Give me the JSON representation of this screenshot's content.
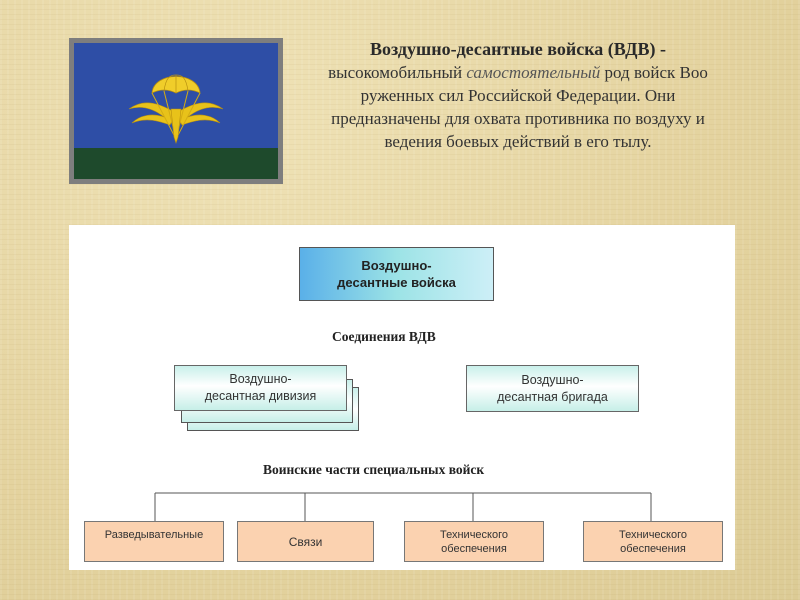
{
  "intro": {
    "title": "Воздушно-десантные войска (ВДВ) -",
    "line1_before": "высокомобильный ",
    "line1_italic": "самостоятельный",
    "line1_after": " род войск Воо",
    "line2": "руженных сил Российской Федерации. Они",
    "line3": "предназначены для охвата противника по воздуху и",
    "line4": "ведения боевых действий в его тылу."
  },
  "flag": {
    "icon": "vdv-parachute-emblem-icon",
    "colors": {
      "sky": "#2e4ea6",
      "ground": "#1e4a2c",
      "emblem": "#e8c21a"
    }
  },
  "diagram": {
    "top": {
      "line1": "Воздушно-",
      "line2": "десантные войска"
    },
    "formations_label": "Соединения ВДВ",
    "division": {
      "line1": "Воздушно-",
      "line2": "десантная дивизия"
    },
    "brigade": {
      "line1": "Воздушно-",
      "line2": "десантная бригада"
    },
    "special_label": "Воинские части специальных войск",
    "units": [
      {
        "line1": "Разведывательные",
        "line2": ""
      },
      {
        "line1": "Связи",
        "line2": ""
      },
      {
        "line1": "Технического",
        "line2": "обеспечения"
      },
      {
        "line1": "Технического",
        "line2": "обеспечения"
      }
    ]
  }
}
